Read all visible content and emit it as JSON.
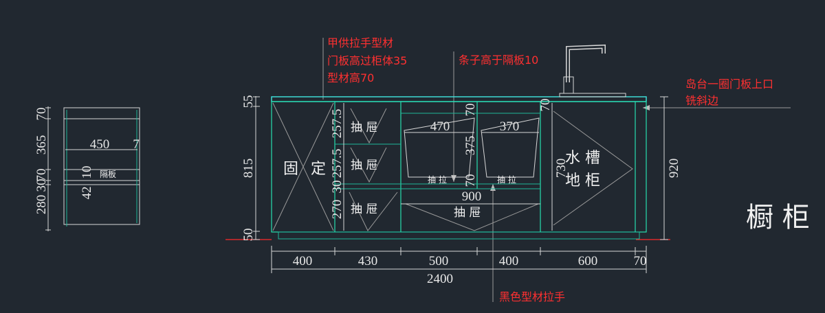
{
  "title": "橱 柜",
  "annotations": {
    "a1_l1": "甲供拉手型材",
    "a1_l2": "门板高过柜体35",
    "a1_l3": "型材高70",
    "a2": "条子高于隔板10",
    "a3_l1": "岛台一圈门板上口",
    "a3_l2": "铣斜边",
    "a4": "黑色型材拉手"
  },
  "side_view": {
    "dims": [
      "70",
      "365",
      "70",
      "30",
      "280",
      "42",
      "10",
      "450",
      "7"
    ],
    "shelf_label": "隔板"
  },
  "front_view": {
    "left_dims": [
      "55",
      "815",
      "50"
    ],
    "right_dim": "920",
    "labels": {
      "fixed_1": "固",
      "fixed_2": "定",
      "drawer": "抽 屉",
      "drawer_wide": "抽 屉",
      "pull": "抽 拉",
      "sink_1": "水 槽",
      "sink_2": "地 柜"
    },
    "inner_dims": {
      "d257a": "257.5",
      "d257b": "257.5",
      "d30": "30",
      "d270": "270",
      "w470": "470",
      "w370": "370",
      "h70a": "70",
      "h375": "375",
      "h70b": "70",
      "w900": "900",
      "h70c": "70",
      "h730": "730"
    },
    "bottom_dims": [
      "400",
      "430",
      "500",
      "400",
      "600",
      "70"
    ],
    "total": "2400"
  }
}
